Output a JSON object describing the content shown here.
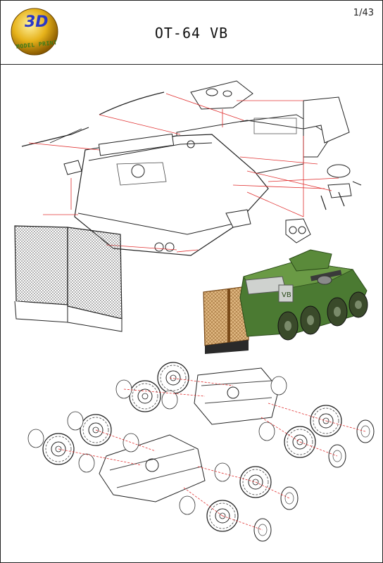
{
  "header": {
    "title": "OT-64 VB",
    "scale": "1/43"
  },
  "logo": {
    "mark": "3D",
    "subtext": "MODEL PRINT"
  },
  "vehicle": {
    "marking": "VB"
  },
  "colors": {
    "hull_green": "#3f6e2a",
    "hull_green_light": "#5b8a3a",
    "grille_tan": "#d9b07a",
    "leader_line": "#e03030",
    "logo_gold": "#e6b21a"
  }
}
